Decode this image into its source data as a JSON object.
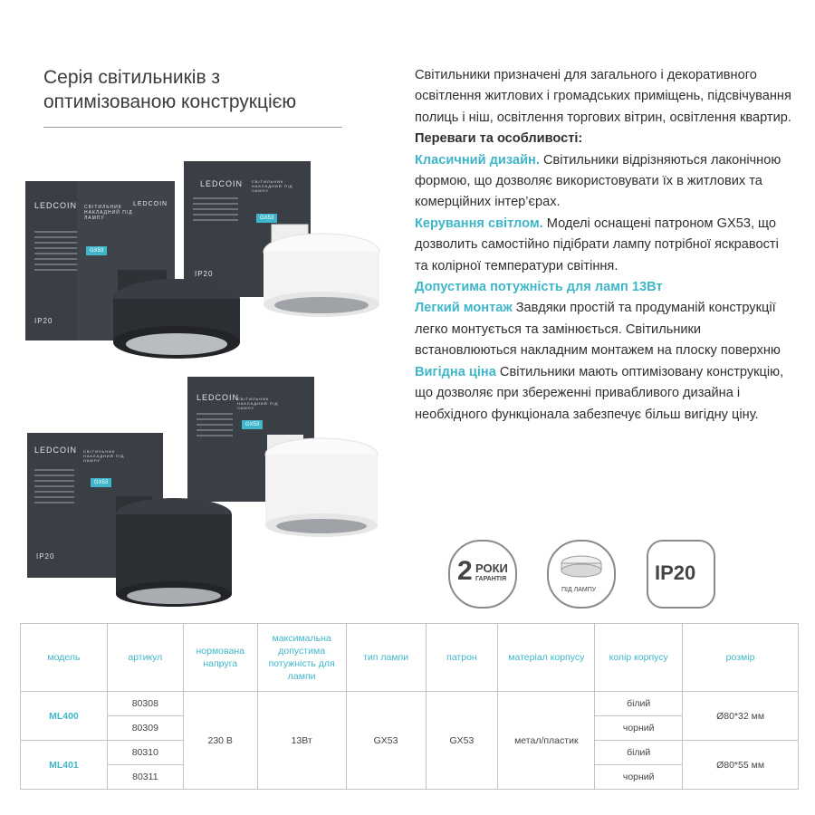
{
  "title": "Серія світильників з оптимізованою конструкцією",
  "description": {
    "intro": "Світильники призначені для загального і декоративного освітлення житлових і громадських приміщень, підсвічування полиць і ніш, освітлення торгових вітрин, освітлення квартир.",
    "features_heading": "Переваги та особливості:",
    "features": [
      {
        "title": "Класичний дизайн.",
        "text": " Світильники відрізняються лаконічною формою, що дозволяє використовувати їх в житлових та комерційних інтер’єрах."
      },
      {
        "title": "Керування світлом.",
        "text": " Моделі оснащені патроном GX53, що дозволить самостійно підібрати лампу потрібної яскравості та колірної температури світіння."
      },
      {
        "title": "Допустима потужність для ламп 13Вт",
        "text": ""
      },
      {
        "title": "Легкий монтаж",
        "text": " Завдяки простій та продуманій конструкції легко монтується та замінюється. Світильники встановлюються накладним монтажем на плоску поверхню"
      },
      {
        "title": "Вигідна ціна",
        "text": " Світильники мають оптимізовану конструкцію, що дозволяє при збереженні привабливого дизайна і необхідного функціонала забезпечує більш вигідну ціну."
      }
    ]
  },
  "packaging": {
    "brand": "LEDCOIN",
    "box_title": "СВІТИЛЬНИК НАКЛАДНИЙ ПІД ЛАМПУ",
    "socket_label": "GX53",
    "ip_label": "IP20"
  },
  "badges": {
    "warranty_number": "2",
    "warranty_word": "РОКИ",
    "warranty_sub": "ГАРАНТІЯ",
    "lamp_label": "ПІД ЛАМПУ",
    "ip": "IP20"
  },
  "table": {
    "headers": [
      "модель",
      "артикул",
      "нормована напруга",
      "максимальна допустима потужність для лампи",
      "тип лампи",
      "патрон",
      "матеріал корпусу",
      "колір корпусу",
      "розмір"
    ],
    "models": [
      "ML400",
      "ML401"
    ],
    "articles": [
      "80308",
      "80309",
      "80310",
      "80311"
    ],
    "voltage": "230 В",
    "power": "13Вт",
    "lamp_type": "GX53",
    "socket": "GX53",
    "material": "метал/пластик",
    "colors": [
      "білий",
      "чорний",
      "білий",
      "чорний"
    ],
    "sizes": [
      "Ø80*32 мм",
      "Ø80*55 мм"
    ]
  },
  "colors": {
    "accent": "#3fb6c9",
    "box": "#3a3e45",
    "black_lamp": "#2e3136",
    "white_lamp": "#f4f4f4"
  }
}
